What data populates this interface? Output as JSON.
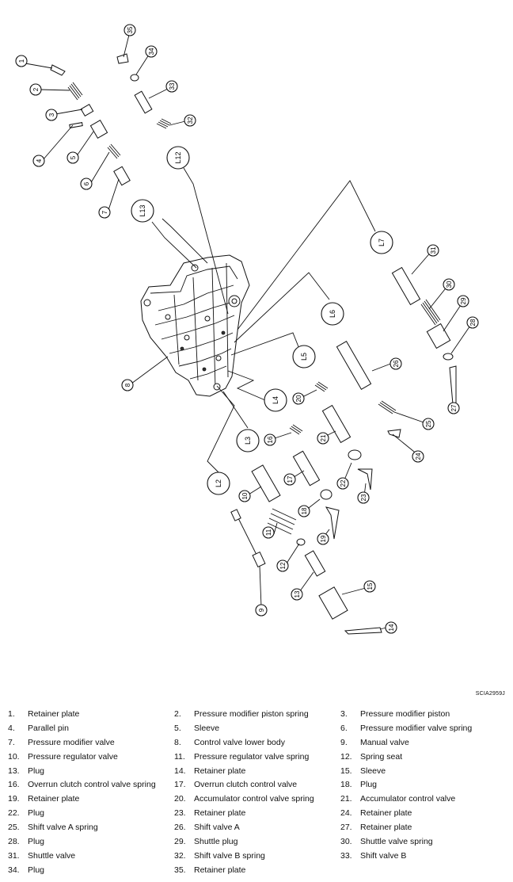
{
  "figure_code": "SCIA2959J",
  "callouts": {
    "c1": "1",
    "c2": "2",
    "c3": "3",
    "c4": "4",
    "c5": "5",
    "c6": "6",
    "c7": "7",
    "c8": "8",
    "c9": "9",
    "c10": "10",
    "c11": "11",
    "c12": "12",
    "c13": "13",
    "c14": "14",
    "c15": "15",
    "c16": "16",
    "c17": "17",
    "c18": "18",
    "c19": "19",
    "c20": "20",
    "c21": "21",
    "c22": "22",
    "c23": "23",
    "c24": "24",
    "c25": "25",
    "c26": "26",
    "c27": "27",
    "c28": "28",
    "c29": "29",
    "c30": "30",
    "c31": "31",
    "c32": "32",
    "c33": "33",
    "c34": "34",
    "c35": "35"
  },
  "location_labels": {
    "l2": "L2",
    "l3": "L3",
    "l4": "L4",
    "l5": "L5",
    "l6": "L6",
    "l7": "L7",
    "l12": "L12",
    "l13": "L13"
  },
  "legend": [
    [
      {
        "num": "1.",
        "name": "Retainer plate"
      },
      {
        "num": "2.",
        "name": "Pressure modifier piston spring"
      },
      {
        "num": "3.",
        "name": "Pressure modifier piston"
      }
    ],
    [
      {
        "num": "4.",
        "name": "Parallel pin"
      },
      {
        "num": "5.",
        "name": "Sleeve"
      },
      {
        "num": "6.",
        "name": "Pressure modifier valve spring"
      }
    ],
    [
      {
        "num": "7.",
        "name": "Pressure modifier valve"
      },
      {
        "num": "8.",
        "name": "Control valve lower body"
      },
      {
        "num": "9.",
        "name": "Manual valve"
      }
    ],
    [
      {
        "num": "10.",
        "name": "Pressure regulator valve"
      },
      {
        "num": "11.",
        "name": "Pressure regulator valve spring"
      },
      {
        "num": "12.",
        "name": "Spring seat"
      }
    ],
    [
      {
        "num": "13.",
        "name": "Plug"
      },
      {
        "num": "14.",
        "name": "Retainer plate"
      },
      {
        "num": "15.",
        "name": "Sleeve"
      }
    ],
    [
      {
        "num": "16.",
        "name": "Overrun clutch control valve spring"
      },
      {
        "num": "17.",
        "name": "Overrun clutch control valve"
      },
      {
        "num": "18.",
        "name": "Plug"
      }
    ],
    [
      {
        "num": "19.",
        "name": "Retainer plate"
      },
      {
        "num": "20.",
        "name": "Accumulator control valve spring"
      },
      {
        "num": "21.",
        "name": "Accumulator control valve"
      }
    ],
    [
      {
        "num": "22.",
        "name": "Plug"
      },
      {
        "num": "23.",
        "name": "Retainer plate"
      },
      {
        "num": "24.",
        "name": "Retainer plate"
      }
    ],
    [
      {
        "num": "25.",
        "name": "Shift valve A spring"
      },
      {
        "num": "26.",
        "name": "Shift valve A"
      },
      {
        "num": "27.",
        "name": "Retainer plate"
      }
    ],
    [
      {
        "num": "28.",
        "name": "Plug"
      },
      {
        "num": "29.",
        "name": "Shuttle plug"
      },
      {
        "num": "30.",
        "name": "Shuttle valve spring"
      }
    ],
    [
      {
        "num": "31.",
        "name": "Shuttle valve"
      },
      {
        "num": "32.",
        "name": "Shift valve B spring"
      },
      {
        "num": "33.",
        "name": "Shift valve B"
      }
    ],
    [
      {
        "num": "34.",
        "name": "Plug"
      },
      {
        "num": "35.",
        "name": "Retainer plate"
      },
      {
        "num": "",
        "name": ""
      }
    ]
  ]
}
